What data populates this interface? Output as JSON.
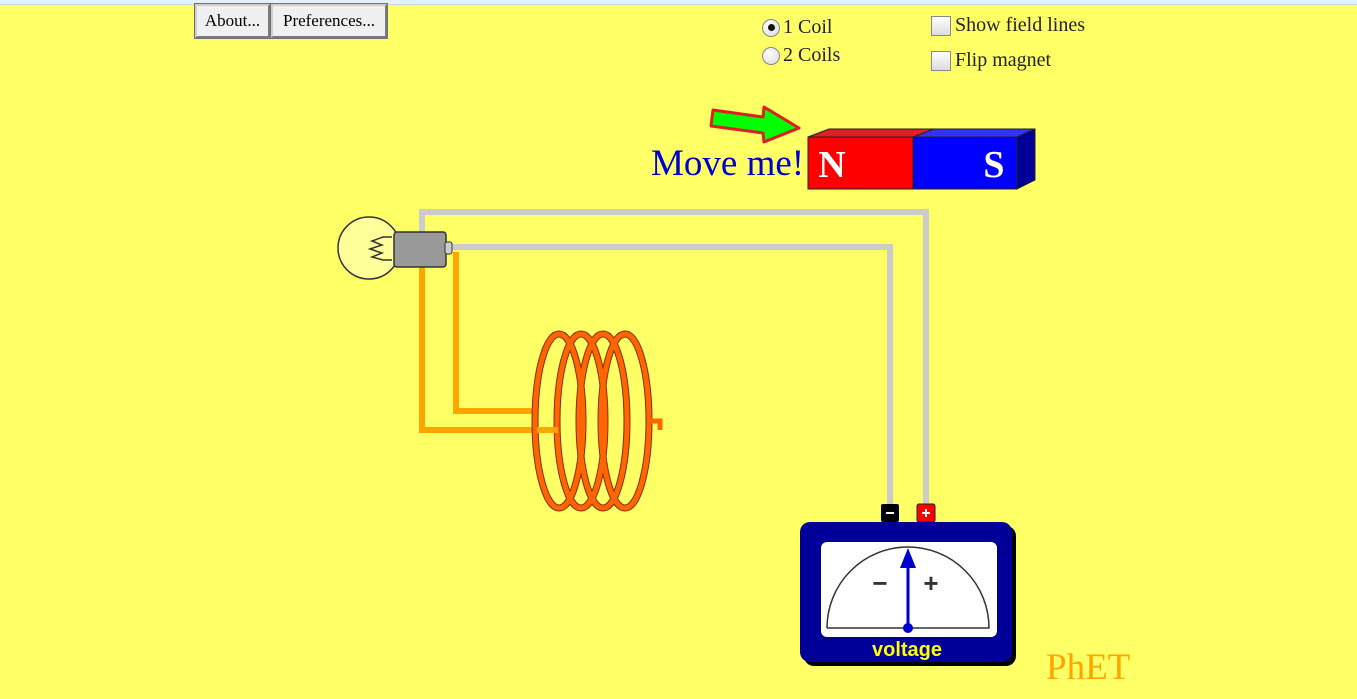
{
  "toolbar": {
    "about_label": "About...",
    "preferences_label": "Preferences..."
  },
  "coil_options": [
    {
      "label": "1 Coil",
      "selected": true
    },
    {
      "label": "2 Coils",
      "selected": false
    }
  ],
  "checkboxes": [
    {
      "label": "Show field lines",
      "checked": false
    },
    {
      "label": "Flip magnet",
      "checked": false
    }
  ],
  "magnet": {
    "hint": "Move me!",
    "north_label": "N",
    "south_label": "S"
  },
  "meter": {
    "minus_sign": "−",
    "plus_sign": "+",
    "label": "voltage",
    "terminal_minus": "−",
    "terminal_plus": "+"
  },
  "branding": {
    "logo": "PhET"
  },
  "colors": {
    "background": "#ffff66",
    "north_pole": "#ff0000",
    "south_pole": "#0000ff",
    "hint_text": "#0000cc",
    "arrow": "#00ff00",
    "coil_wire": "#ff6600",
    "gray_wire": "#cccccc",
    "orange_wire": "#ffa500",
    "meter_body": "#000099",
    "logo": "#ffa500"
  }
}
